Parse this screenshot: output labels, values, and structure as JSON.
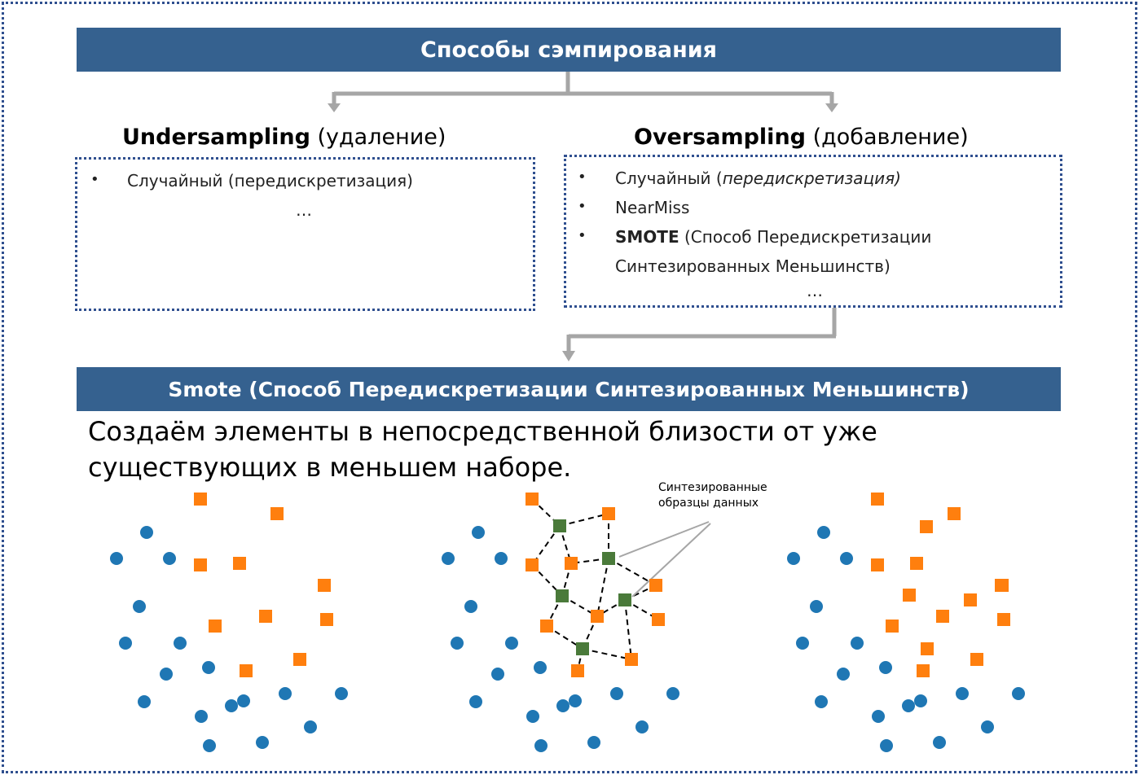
{
  "title": "Способы сэмпирования",
  "undersampling": {
    "head_bold": "Undersampling",
    "head_rest": " (удаление)",
    "items": [
      "Случайный (передискретизация)"
    ],
    "more": "…"
  },
  "oversampling": {
    "head_bold": "Oversampling",
    "head_rest": " (добавление)",
    "item1_text": "Случайный (",
    "item1_italic": "передискретизация)",
    "item2": "NearMiss",
    "item3_bold": "SMOTE",
    "item3_rest": " (Способ Передискретизации",
    "item3_cont": "Синтезированных Меньшинств)",
    "more": "…"
  },
  "smote_banner": "Smote (Способ Передискретизации Синтезированных Меньшинств)",
  "description": "Создаём элементы в непосредственной близости от уже существующих в меньшем наборе.",
  "synth_label": "Синтезированные образцы данных",
  "colors": {
    "banner": "#35618f",
    "border": "#2f4f8f",
    "arrow": "#a6a6a6",
    "majority": "#1f77b4",
    "minority": "#ff7f0e",
    "synthetic": "#4a7a3a"
  },
  "icons": {
    "bullet": "•",
    "arrow": "arrow-down"
  }
}
